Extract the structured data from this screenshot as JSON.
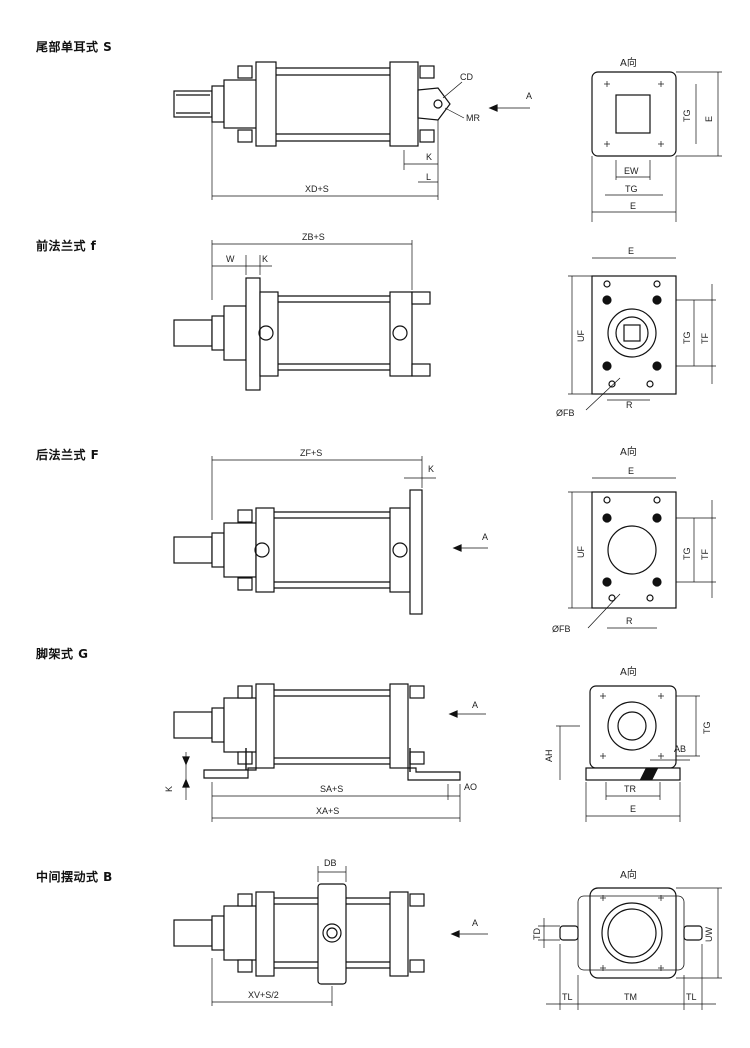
{
  "sections": [
    {
      "title": "尾部单耳式 S",
      "side_labels": [
        "CD",
        "MR",
        "K",
        "L",
        "XD+S",
        "A"
      ],
      "view": {
        "title": "A向",
        "labels": [
          "TG",
          "E",
          "EW",
          "TG",
          "E"
        ]
      }
    },
    {
      "title": "前法兰式 f",
      "side_labels": [
        "ZB+S",
        "W",
        "K"
      ],
      "view": {
        "title": "",
        "labels": [
          "E",
          "UF",
          "TG",
          "TF",
          "ØFB",
          "R"
        ]
      }
    },
    {
      "title": "后法兰式 F",
      "side_labels": [
        "ZF+S",
        "K",
        "A"
      ],
      "view": {
        "title": "A向",
        "labels": [
          "E",
          "UF",
          "TG",
          "TF",
          "ØFB",
          "R"
        ]
      }
    },
    {
      "title": "脚架式 G",
      "side_labels": [
        "A",
        "K",
        "SA+S",
        "AO",
        "XA+S"
      ],
      "view": {
        "title": "A向",
        "labels": [
          "TG",
          "AH",
          "AB",
          "TR",
          "E"
        ]
      }
    },
    {
      "title": "中间摆动式 B",
      "side_labels": [
        "DB",
        "A",
        "XV+S/2"
      ],
      "view": {
        "title": "A向",
        "labels": [
          "TD",
          "UW",
          "TL",
          "TM",
          "TL"
        ]
      }
    }
  ]
}
